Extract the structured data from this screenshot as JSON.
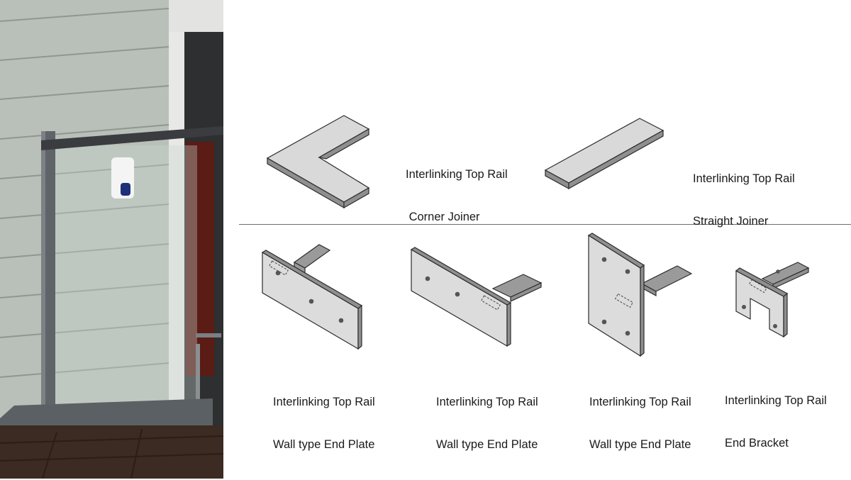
{
  "photo": {
    "subject": "glass-balustrade-wall-mounted-rail-photo"
  },
  "components": [
    {
      "line1": "Interlinking Top Rail",
      "line2": " Corner Joiner"
    },
    {
      "line1": "Interlinking Top Rail",
      "line2": "Straight Joiner"
    },
    {
      "line1": "Interlinking Top Rail",
      "line2": "Wall type End Plate"
    },
    {
      "line1": "Interlinking Top Rail",
      "line2": "Wall type End Plate"
    },
    {
      "line1": "Interlinking Top Rail",
      "line2": "Wall type End Plate"
    },
    {
      "line1": "Interlinking Top Rail",
      "line2": "End Bracket"
    }
  ],
  "colors": {
    "part_face": "#d9d9d9",
    "part_edge": "#8f8f8f",
    "part_outline": "#2b2b2b",
    "rail_dark": "#3a3c3f"
  }
}
